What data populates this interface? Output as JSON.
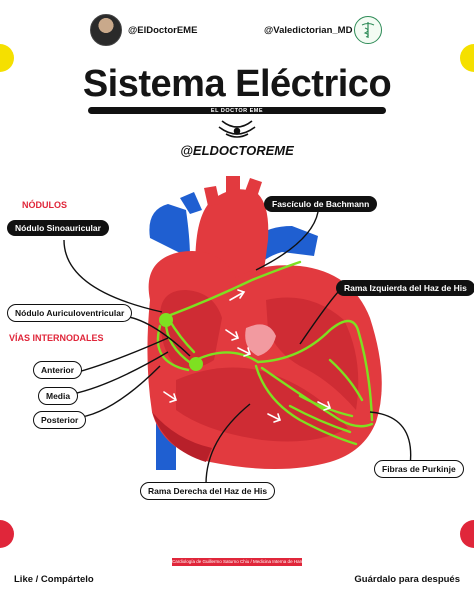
{
  "header": {
    "handle_left": "@ElDoctorEME",
    "handle_right": "@Valedictorian_MD"
  },
  "title": "Sistema Eléctrico",
  "subtitle": "EL DOCTOR EME",
  "handle_center": "@ELDOCTOREME",
  "sections": {
    "nodulos": "NÓDULOS",
    "vias": "VÍAS INTERNODALES"
  },
  "labels": {
    "sinoauricular": "Nódulo Sinoauricular",
    "auriculoventricular": "Nódulo Auriculoventricular",
    "anterior": "Anterior",
    "media": "Media",
    "posterior": "Posterior",
    "bachmann": "Fascículo de Bachmann",
    "rama_izquierda": "Rama Izquierda del Haz de His",
    "purkinje": "Fibras de Purkinje",
    "rama_derecha": "Rama Derecha del Haz de His"
  },
  "credit": "Cardiología de Guillermo Saturno Chiu / Medicina Interna de Harrison",
  "footer": {
    "left": "Like / Compártelo",
    "right": "Guárdalo para después"
  },
  "colors": {
    "accent_red": "#e0263a",
    "accent_yellow": "#f5e000",
    "heart_red": "#e23a3f",
    "heart_dark": "#b8202a",
    "vessel_blue": "#1f5fd1",
    "conduction_green": "#7ee021"
  }
}
